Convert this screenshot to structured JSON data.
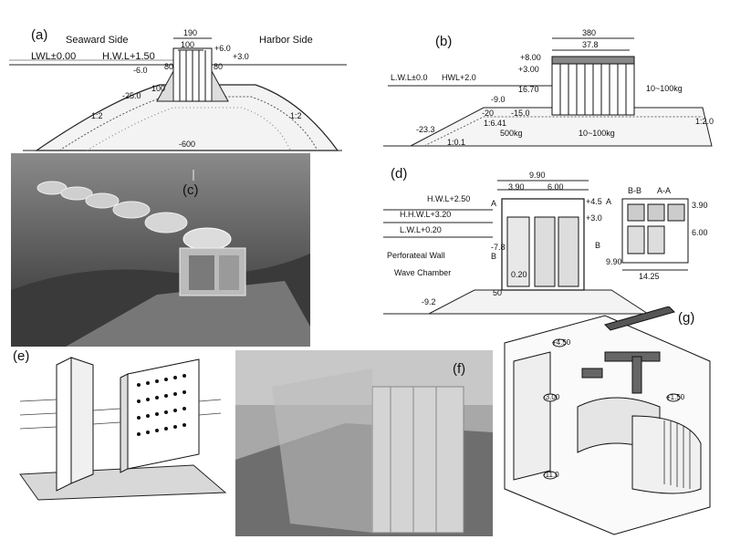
{
  "panel_a": {
    "label": "(a)",
    "seaward": "Seaward Side",
    "harbor": "Harbor Side",
    "lwl": "LWL±0.00",
    "hwl": "H.W.L+1.50",
    "w190": "190",
    "w100": "100",
    "p60": "+6.0",
    "p30": "+3.0",
    "m60": "-6.0",
    "m250": "-25.0",
    "d80a": "80",
    "d80b": "80",
    "d100": "100",
    "slope_l": "1:2",
    "slope_r": "1:2",
    "bottom": "-600"
  },
  "panel_b": {
    "label": "(b)",
    "w380": "380",
    "w378": "37.8",
    "p800": "+8.00",
    "p300": "+3.00",
    "lwl": "L.W.L±0.0",
    "hwl": "HWL+2.0",
    "w1670": "16.70",
    "m90": "-9.0",
    "m20": "-20",
    "m150": "-15.0",
    "s1641": "1:6.41",
    "s101": "1:0.1",
    "m233": "-23.3",
    "w500": "500kg",
    "kg1": "10~100kg",
    "kg2": "10~100kg",
    "s120": "1:2.0"
  },
  "panel_c": {
    "label": "(c)"
  },
  "panel_d": {
    "label": "(d)",
    "w990": "9.90",
    "w390": "3.90",
    "w600": "6.00",
    "bb": "B-B",
    "aa": "A-A",
    "hwl": "H.W.L+2.50",
    "hhwl": "H.H.W.L+3.20",
    "lwl": "L.W.L+0.20",
    "p45": "+4.5",
    "p30": "+3.0",
    "a1": "A",
    "a2": "A",
    "b1": "B",
    "b2": "B",
    "m78": "-7.8",
    "perforated": "Perforateal Wall",
    "chamber": "Wave Chamber",
    "v020": "0.20",
    "v50": "50",
    "m92": "-9.2",
    "h990": "9.90",
    "h600": "6.00",
    "h390": "3.90",
    "w1425": "14.25"
  },
  "panel_e": {
    "label": "(e)"
  },
  "panel_f": {
    "label": "(f)"
  },
  "panel_g": {
    "label": "(g)",
    "c1": "+4.50",
    "c2": "-3.00",
    "c3": "+1.50",
    "c4": "-11.0"
  }
}
